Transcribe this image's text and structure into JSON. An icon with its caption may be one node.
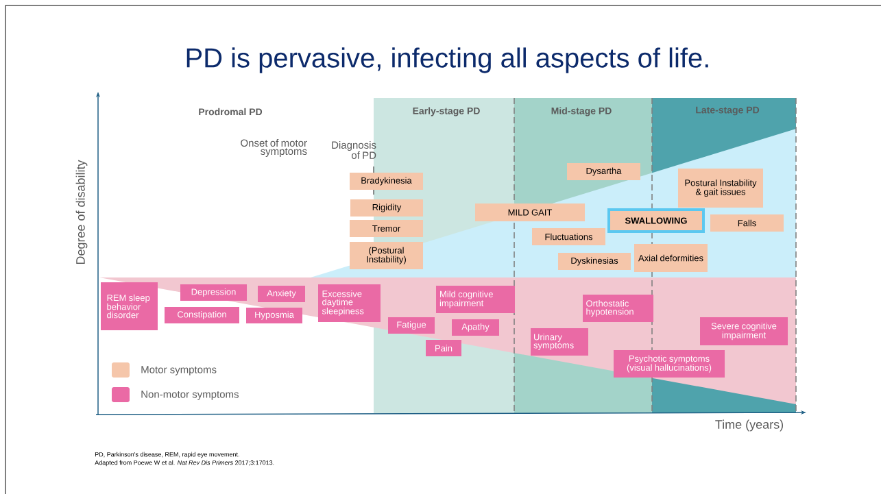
{
  "diagram": {
    "title": "PD is pervasive, infecting all aspects of life.",
    "nodes": [
      {
        "text": [
          "Bradykinesia"
        ]
      },
      {
        "text": [
          "Rigidity"
        ]
      },
      {
        "text": [
          "Tremor"
        ]
      },
      {
        "text": [
          "(Postural Instability)"
        ]
      },
      {
        "text": [
          "Dysartha"
        ]
      },
      {
        "text": [
          "MILD GAIT"
        ]
      },
      {
        "text": [
          "Postural Instability & gait issues"
        ]
      },
      {
        "text": [
          "SWALLOWING"
        ]
      },
      {
        "text": [
          "Falls"
        ]
      },
      {
        "text": [
          "Fluctuations"
        ]
      },
      {
        "text": [
          "Dyskinesias"
        ]
      },
      {
        "text": [
          "Axial deformities"
        ]
      },
      {
        "text": [
          "REM sleep behavior disorder"
        ]
      },
      {
        "text": [
          "Depression"
        ]
      },
      {
        "text": [
          "Constipation"
        ]
      },
      {
        "text": [
          "Anxiety"
        ]
      },
      {
        "text": [
          "Hyposmia"
        ]
      },
      {
        "text": [
          "Excessive daytime sleepiness"
        ]
      },
      {
        "text": [
          "Mild cognitive impairment"
        ]
      },
      {
        "text": [
          "Fatigue"
        ]
      },
      {
        "text": [
          "Apathy"
        ]
      },
      {
        "text": [
          "Pain"
        ]
      },
      {
        "text": [
          "Orthostatic hypotension"
        ]
      },
      {
        "text": [
          "Urinary symptoms"
        ]
      },
      {
        "text": [
          "Severe cognitive impairment"
        ]
      },
      {
        "text": [
          "Psychotic symptoms (visual hallucinations)"
        ]
      }
    ],
    "labels": [
      "Prodromal PD",
      "Early-stage PD",
      "Mid-stage PD",
      "Late-stage PD",
      "Onset of motor symptoms",
      "Diagnosis of PD",
      "Degree of disability",
      "Time (years)",
      "PD, Parkinson's disease, REM, rapid eye movement.",
      "Adapted from Poewe W et al. *Nat Rev Dis Primers* 2017;3:17013."
    ],
    "legend": [
      {
        "text": "Motor symptoms",
        "color": "#f5c6aa"
      },
      {
        "text": "Non-motor symptoms",
        "color": "#ea6aa5"
      }
    ]
  }
}
